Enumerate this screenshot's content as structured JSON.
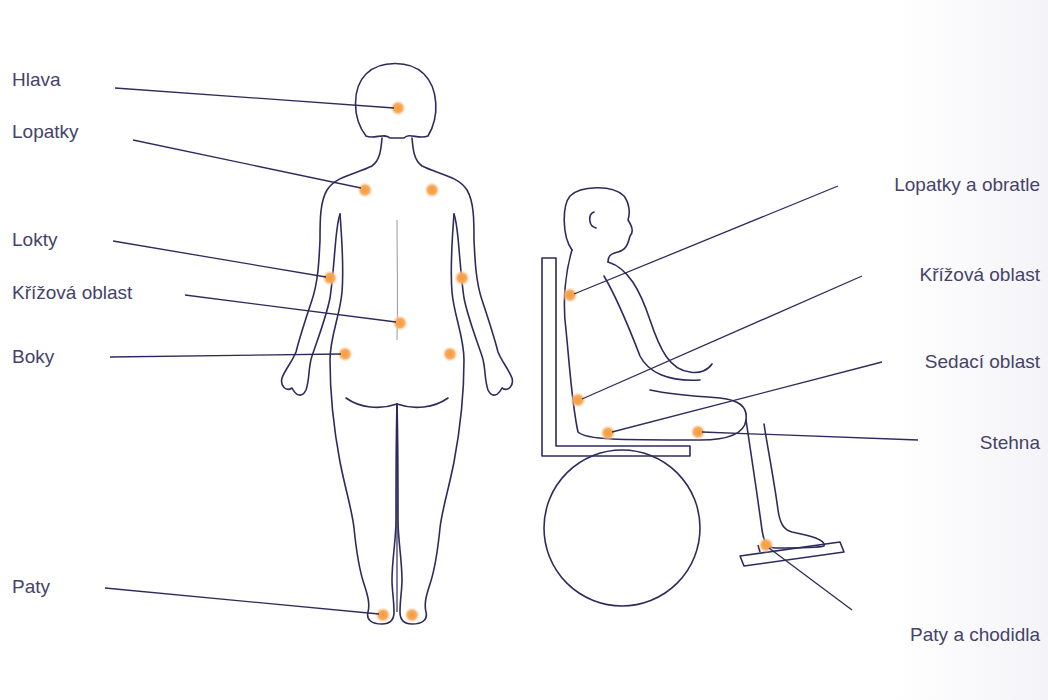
{
  "diagram": {
    "labels": [
      "Hlava",
      "Lopatky",
      "Lokty",
      "Křížová oblast",
      "Boky",
      "Paty",
      "Lopatky a obratle",
      "Křížová oblast",
      "Sedací oblast",
      "Stehna",
      "Paty a chodidla"
    ]
  }
}
